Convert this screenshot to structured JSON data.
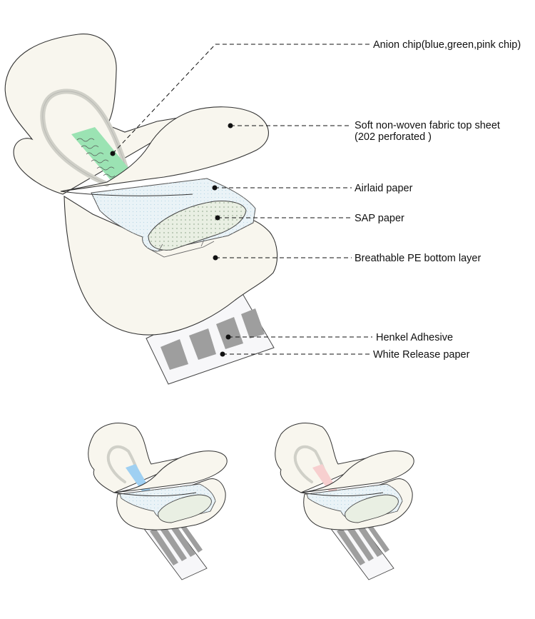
{
  "labels": {
    "anion_chip": "Anion chip(blue,green,pink chip)",
    "top_sheet_line1": "Soft non-woven fabric top sheet",
    "top_sheet_line2": "(202 perforated )",
    "airlaid": "Airlaid paper",
    "sap": "SAP  paper",
    "bottom_layer": "Breathable PE bottom layer",
    "adhesive": "Henkel Adhesive",
    "release_paper": "White Release paper"
  },
  "colors": {
    "pad_fill": "#f8f6ee",
    "outline": "#333333",
    "channel": "#d0d0c8",
    "airlaid_fill": "#eaf3f7",
    "sap_fill": "#e9efe3",
    "adhesive_strip": "#9e9e9e",
    "release_fill": "#f7f7f9",
    "chip_green": "#9be3b3",
    "chip_blue": "#9fd0f2",
    "chip_pink": "#f7cfcf"
  },
  "variants": [
    {
      "name": "blue-variant",
      "chip_color": "#9fd0f2"
    },
    {
      "name": "pink-variant",
      "chip_color": "#f7cfcf"
    }
  ]
}
